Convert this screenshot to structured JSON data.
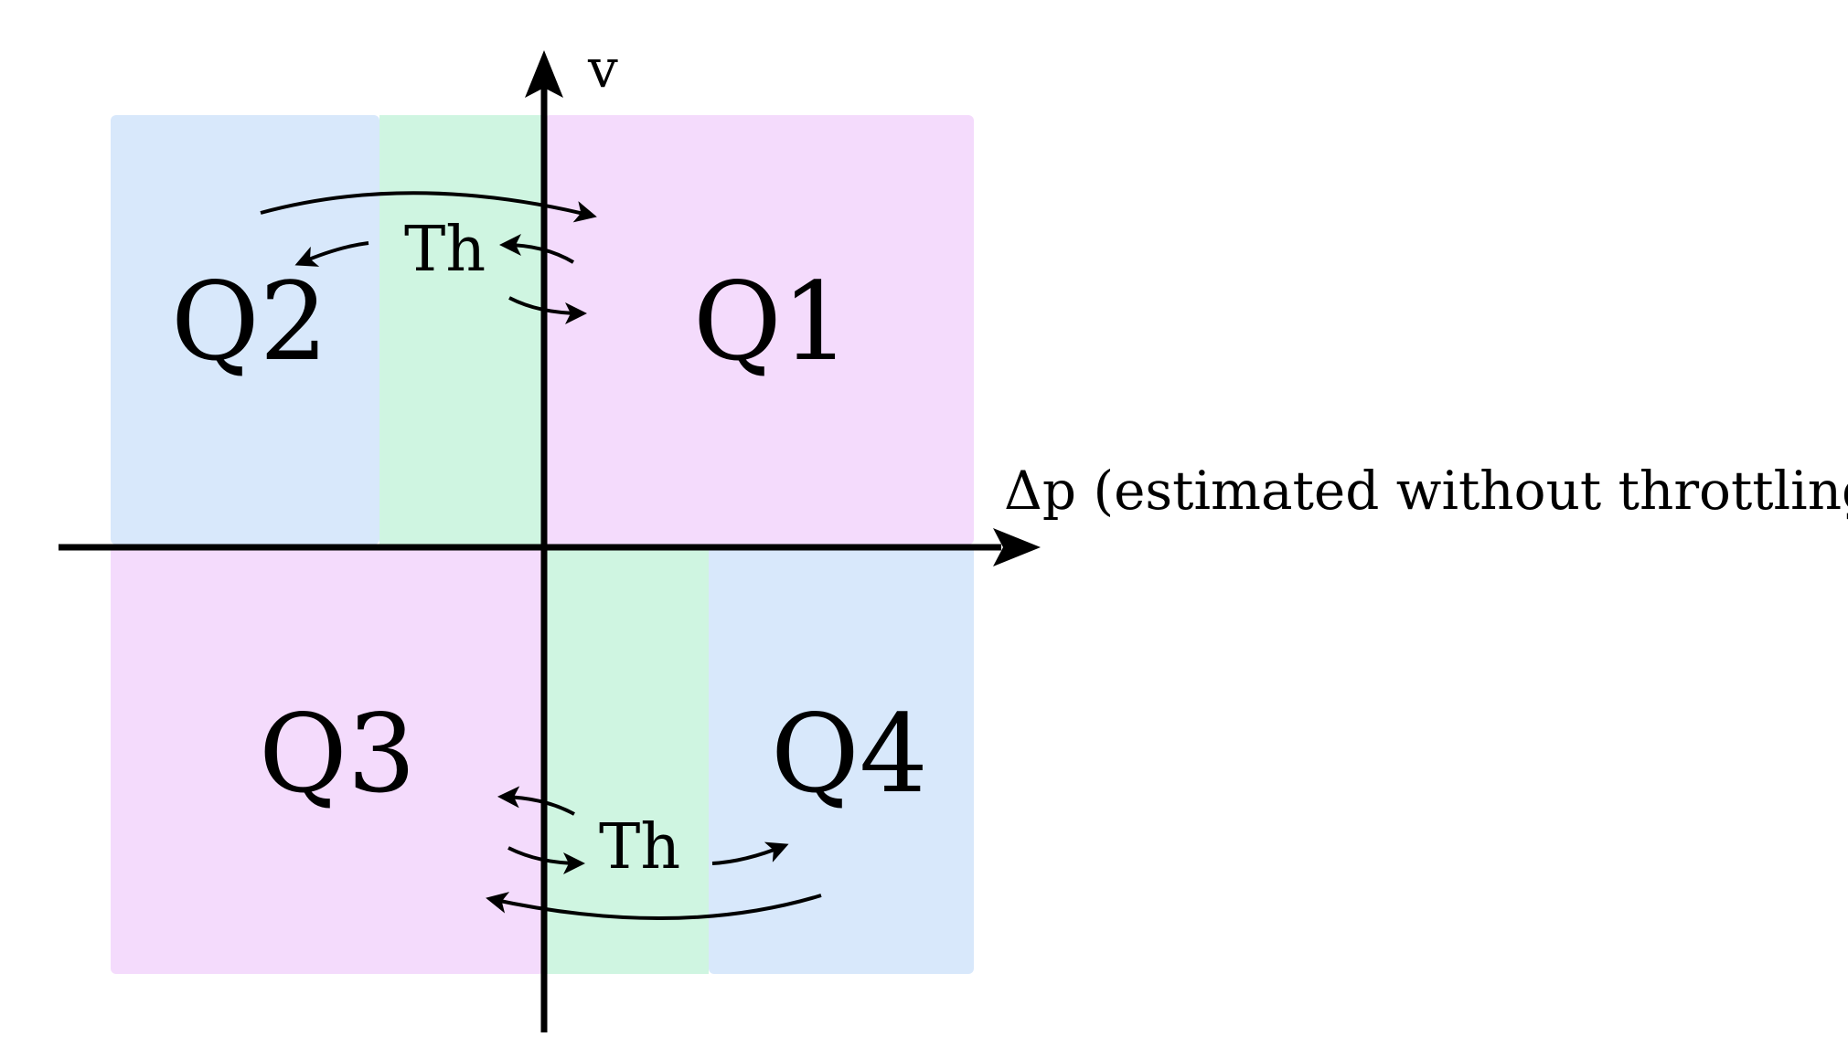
{
  "axes": {
    "vertical_label": "v",
    "horizontal_label": "Δp (estimated without throttling)"
  },
  "quadrants": {
    "q1": "Q1",
    "q2": "Q2",
    "q3": "Q3",
    "q4": "Q4"
  },
  "throttling": {
    "upper_label": "Th",
    "lower_label": "Th"
  },
  "colors": {
    "blue_region": "#d8e8fb",
    "green_region": "#cff5e1",
    "pink_region": "#f4dbfc",
    "axis": "#000000"
  }
}
